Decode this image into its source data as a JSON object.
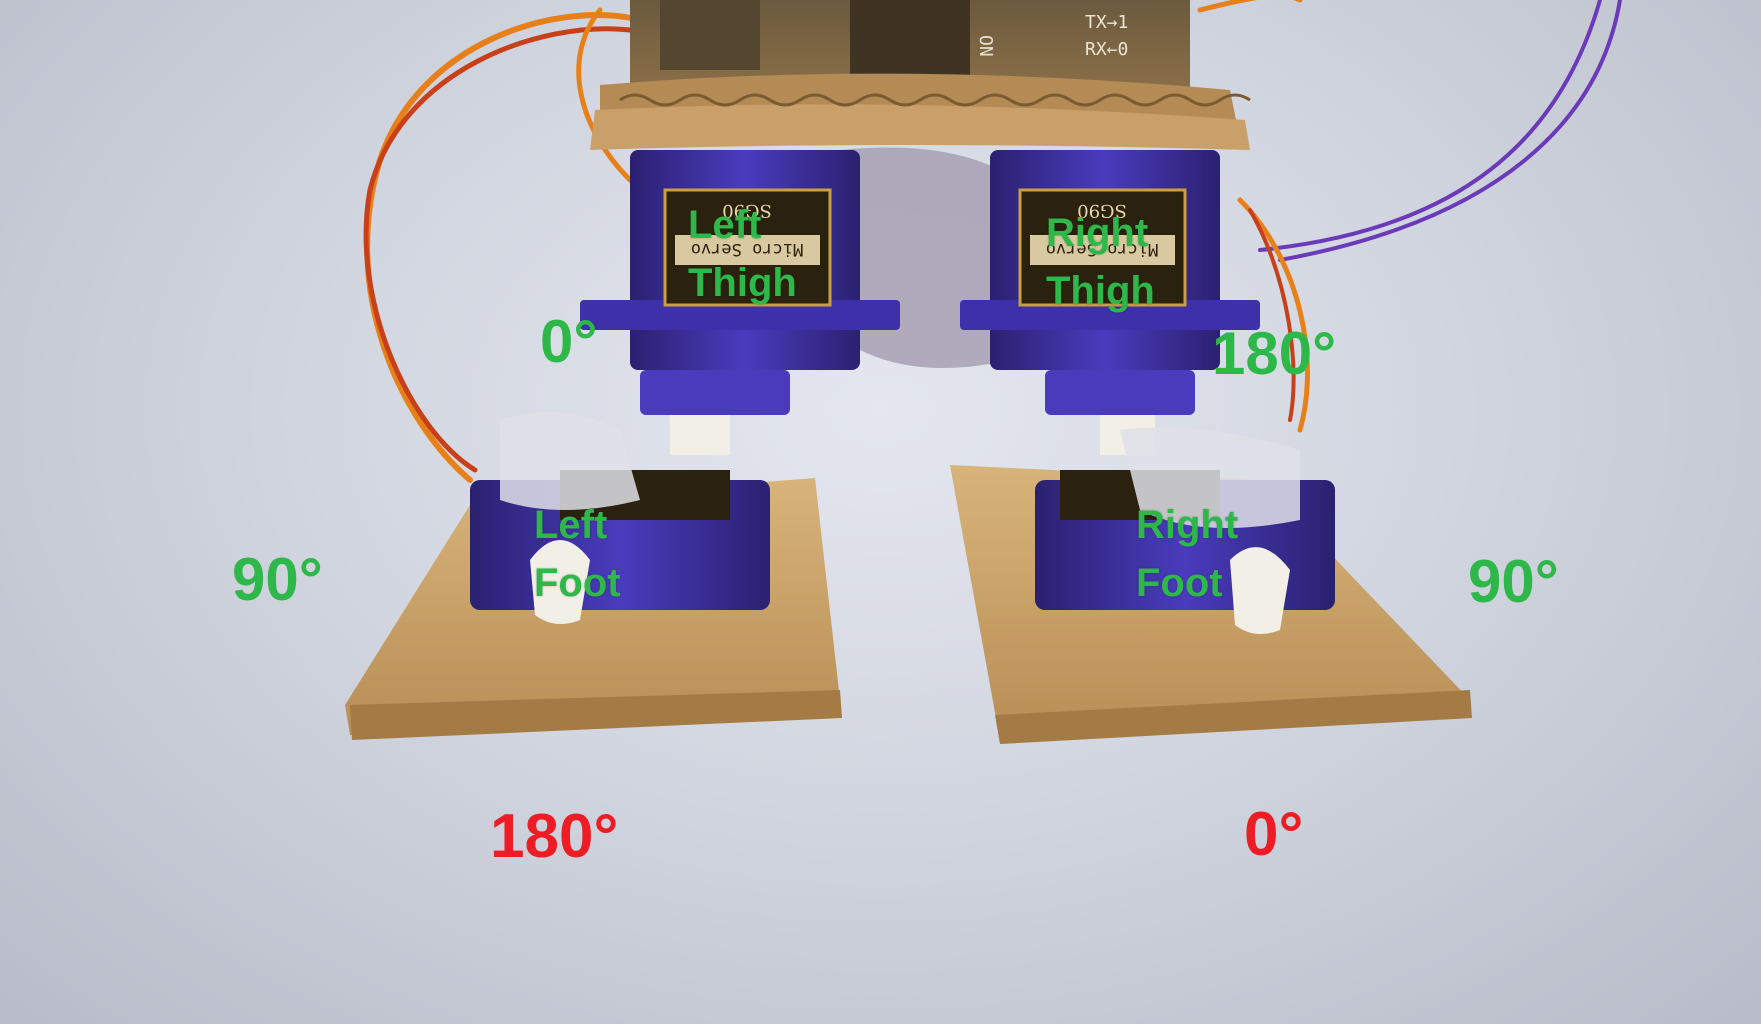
{
  "colors": {
    "label_green": "#2fb84a",
    "label_red": "#ee1c24",
    "background": "#d6d9e2",
    "servo_blue": "#3b2f9e",
    "wood": "#c9a46a",
    "wire_orange": "#e8801a",
    "wire_purple": "#6a3ab8"
  },
  "photo": {
    "board_text": {
      "tx": "TX→1",
      "rx": "RX←0",
      "on": "ON"
    },
    "servo_model": "SG90",
    "servo_brand": "Micro Servo"
  },
  "labels": {
    "left_thigh": [
      "Left",
      "Thigh"
    ],
    "right_thigh": [
      "Right",
      "Thigh"
    ],
    "left_foot": [
      "Left",
      "Foot"
    ],
    "right_foot": [
      "Right",
      "Foot"
    ]
  },
  "angles": {
    "left_thigh_angle": "0°",
    "right_thigh_angle": "180°",
    "left_foot_side_angle": "90°",
    "right_foot_side_angle": "90°",
    "left_foot_bottom_angle": "180°",
    "right_foot_bottom_angle": "0°"
  }
}
